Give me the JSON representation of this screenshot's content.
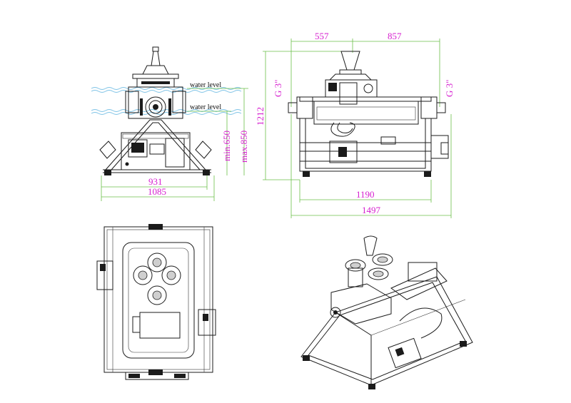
{
  "labels": {
    "water_level_upper": "water level",
    "water_level_lower": "water level"
  },
  "dimensions": {
    "front_width_inner": "931",
    "front_width_outer": "1085",
    "front_min_height": "min.650",
    "front_max_height": "max.850",
    "side_top_left": "557",
    "side_top_right": "857",
    "side_height": "1212",
    "side_width_inner": "1190",
    "side_width_outer": "1497",
    "side_connector_left": "G 3\"",
    "side_connector_right": "G 3\""
  },
  "colors": {
    "dimension_text": "#d61fcf",
    "dimension_line": "#6bbf4a",
    "water": "#7ec3e6",
    "drawing": "#1b1b1b"
  }
}
